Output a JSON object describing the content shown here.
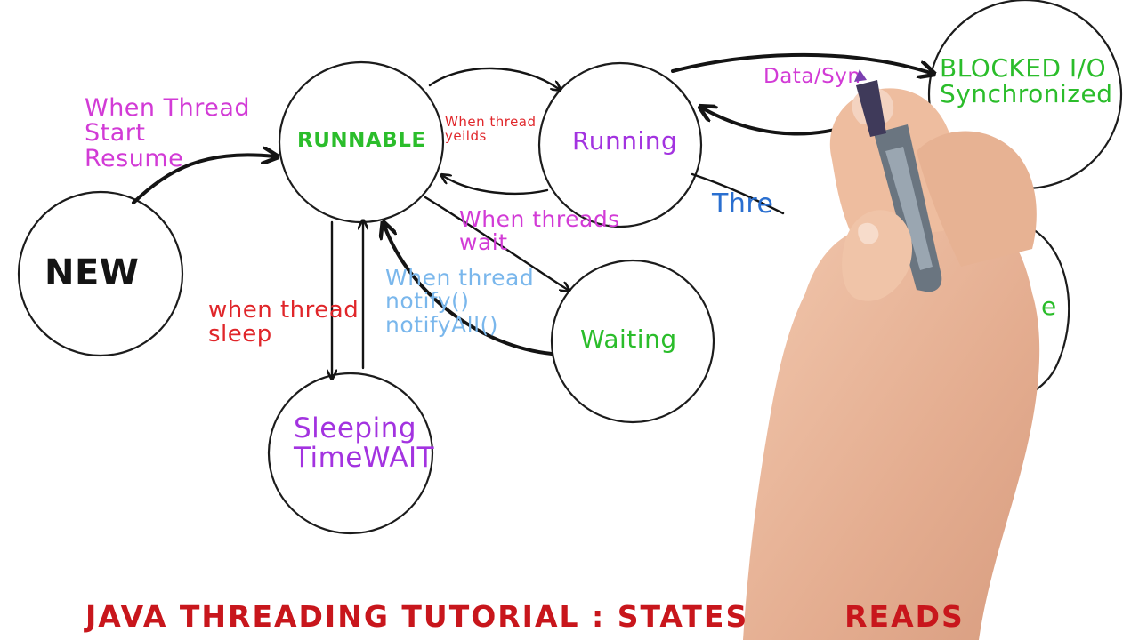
{
  "colors": {
    "ink": "#141414",
    "pink": "#d23bd6",
    "green": "#2bbd2b",
    "purple": "#a333e0",
    "red": "#e0262a",
    "lightblue": "#7ab7ec",
    "blue": "#2a6fd0",
    "title_red": "#c8161c",
    "skin": "#e8b89c"
  },
  "states": {
    "new": "NEW",
    "runnable": "RUNNABLE",
    "running": "Running",
    "blocked": "BLOCKED I/O\nSynchronized",
    "waiting": "Waiting",
    "sleeping": "Sleeping\nTimeWAIT",
    "dead_partial": "e"
  },
  "transitions": {
    "start": "When Thread\nStart\nResume",
    "yields": "When thread\nyeilds",
    "sleep": "when thread\nsleep",
    "wait": "When threads\nwait",
    "notify": "When thread\nnotify()\nnotifyAll()",
    "data_sync": "Data/Syn",
    "thread_partial": "Thre"
  },
  "title": "JAVA THREADING TUTORIAL : STATES        READS"
}
